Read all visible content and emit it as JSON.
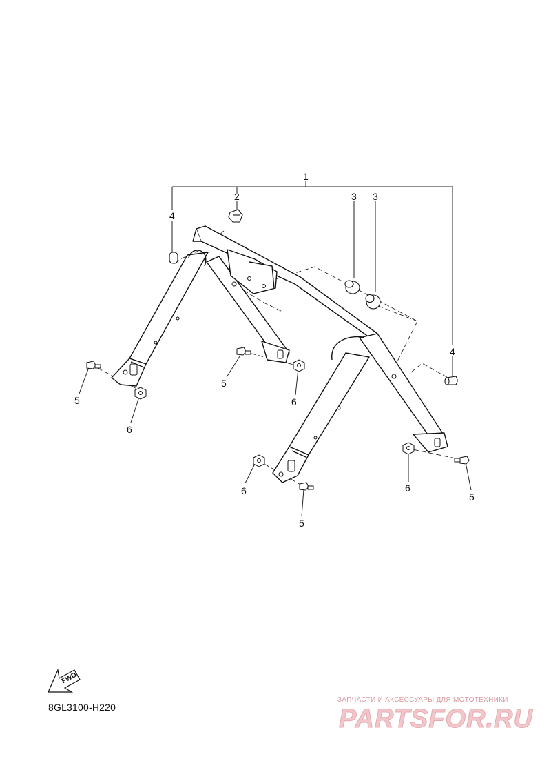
{
  "callouts": {
    "c1": "1",
    "c2": "2",
    "c3a": "3",
    "c3b": "3",
    "c4a": "4",
    "c4b": "4",
    "c5a": "5",
    "c5b": "5",
    "c5c": "5",
    "c5d": "5",
    "c6a": "6",
    "c6b": "6",
    "c6c": "6",
    "c6d": "6"
  },
  "fwd_label": "FWD",
  "part_code": "8GL3100-H220",
  "watermark": {
    "tagline": "ЗАПЧАСТИ И АКСЕССУАРЫ ДЛЯ МОТОТЕХНИКИ",
    "logo": "PARTSFOR.RU"
  }
}
